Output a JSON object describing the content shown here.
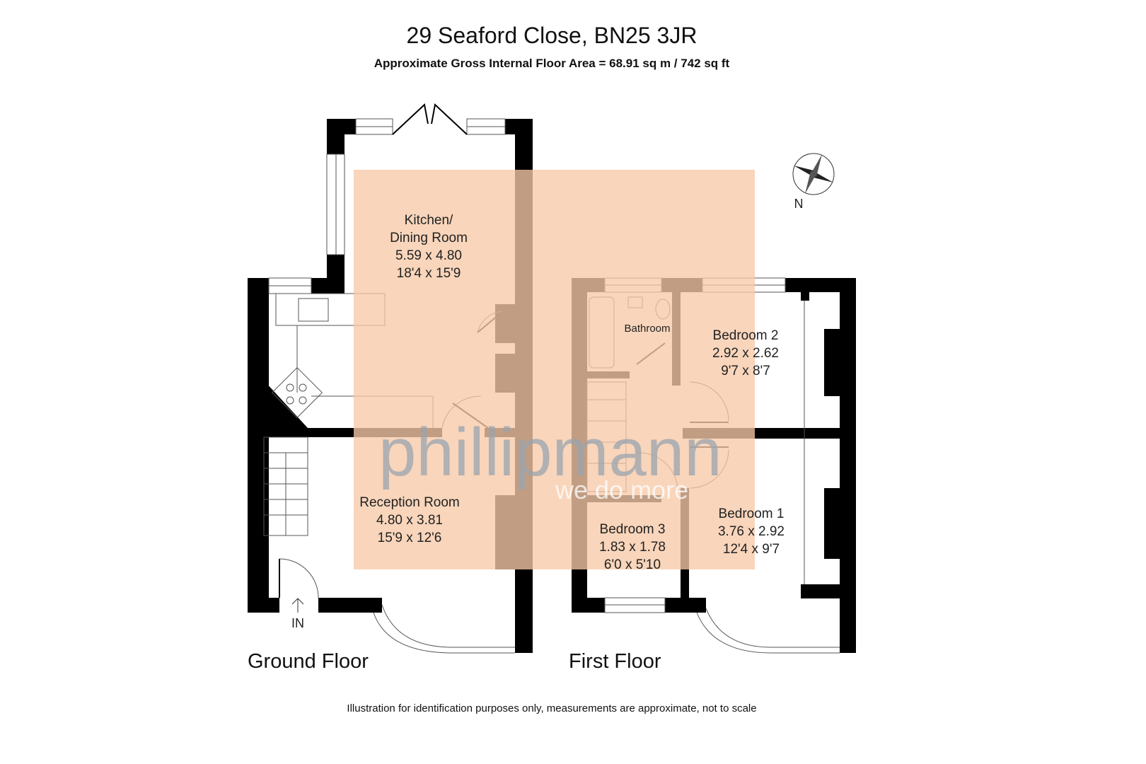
{
  "header": {
    "title": "29 Seaford Close, BN25 3JR",
    "subtitle": "Approximate Gross Internal Floor Area = 68.91 sq m / 742 sq ft"
  },
  "floors": [
    {
      "name": "Ground Floor",
      "entrance_label": "IN",
      "rooms": [
        {
          "name": "Kitchen/",
          "name2": "Dining Room",
          "metric": "5.59 x 4.80",
          "imperial": "18'4 x 15'9"
        },
        {
          "name": "Reception Room",
          "metric": "4.80 x 3.81",
          "imperial": "15'9 x 12'6"
        }
      ]
    },
    {
      "name": "First Floor",
      "rooms": [
        {
          "name": "Bathroom"
        },
        {
          "name": "Bedroom 2",
          "metric": "2.92 x 2.62",
          "imperial": "9'7 x 8'7"
        },
        {
          "name": "Bedroom 3",
          "metric": "1.83 x 1.78",
          "imperial": "6'0 x 5'10"
        },
        {
          "name": "Bedroom 1",
          "metric": "3.76 x 2.92",
          "imperial": "12'4 x 9'7"
        }
      ]
    }
  ],
  "compass": {
    "label": "N",
    "icon": "compass-rose-icon"
  },
  "watermark": {
    "brand": "phillipmann",
    "tagline": "we do more",
    "color": "#9aa4b0"
  },
  "overlay_color": "#f6c9a8",
  "footer": "Illustration for identification purposes only, measurements are approximate, not to scale"
}
